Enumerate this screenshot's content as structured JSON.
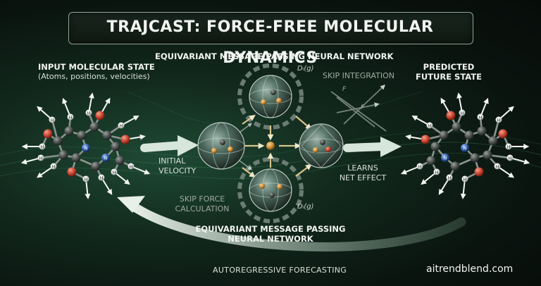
{
  "title": "TRAJCAST: FORCE-FREE MOLECULAR DYNAMICS",
  "top_network_label": "EQUIVARIANT MESSAGE PASSING NEURAL NETWORK",
  "bottom_network_label": {
    "line1": "EQUIVARIANT MESSAGE PASSING",
    "line2": "NEURAL NETWORK"
  },
  "input_state": {
    "title": "INPUT MOLECULAR STATE",
    "subtitle": "(Atoms, positions, velocities)"
  },
  "predicted_state": {
    "line1": "PREDICTED",
    "line2": "FUTURE STATE"
  },
  "initial_velocity": {
    "line1": "INITIAL",
    "line2": "VELOCITY"
  },
  "learns_net_effect": {
    "line1": "LEARNS",
    "line2": "NET EFFECT"
  },
  "skip_integration": "SKIP INTEGRATION",
  "skip_force": {
    "line1": "SKIP FORCE",
    "line2": "CALCULATION"
  },
  "autoregressive": "AUTOREGRESSIVE FORECASTING",
  "brand": "aitrendblend.com",
  "dl_top": "Dₗ(g)",
  "dl_bottom": "Dₗ(g)",
  "force_letter": "F",
  "atom_letters": {
    "hydrogen": "H",
    "nitrogen": "N"
  },
  "colors": {
    "carbon": "#4a4f4d",
    "oxygen": "#c8432f",
    "nitrogen": "#2f5fb0",
    "hydrogen": "#d9dedb",
    "accent": "#cfe3d3",
    "background": "#0f2219"
  },
  "icons": [
    "gear-icon",
    "sphere-icon",
    "arrow-icon",
    "molecule-icon"
  ]
}
